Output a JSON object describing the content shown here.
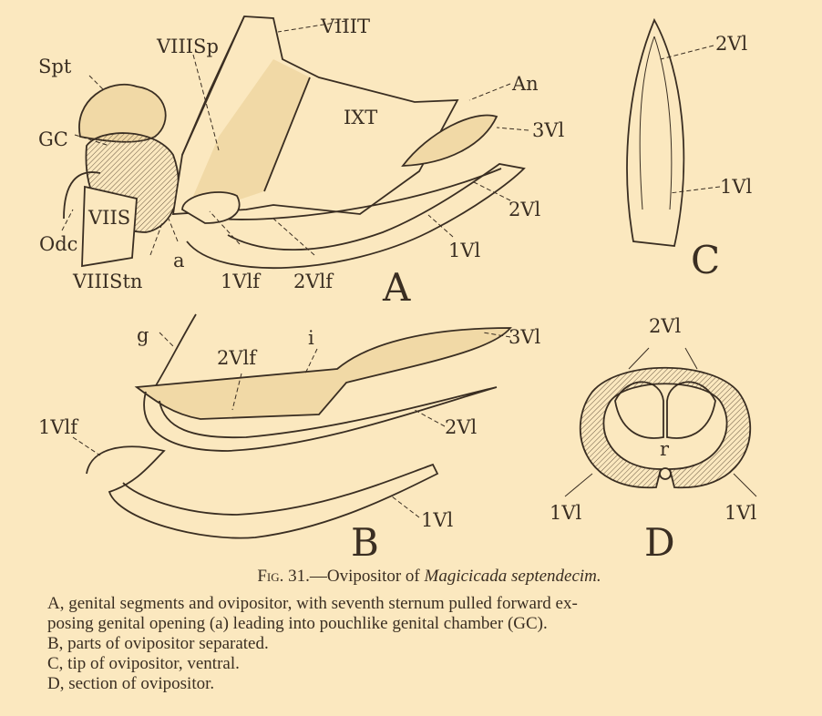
{
  "figure": {
    "panels": {
      "A": {
        "letter": "A",
        "labels": [
          "VIIIT",
          "VIIISp",
          "Spt",
          "An",
          "IXT",
          "3Vl",
          "GC",
          "VIIS",
          "2Vl",
          "Odc",
          "a",
          "1Vl",
          "VIIIStn",
          "1Vlf",
          "2Vlf"
        ]
      },
      "B": {
        "letter": "B",
        "labels": [
          "g",
          "i",
          "3Vl",
          "2Vlf",
          "2Vl",
          "1Vlf",
          "1Vl"
        ]
      },
      "C": {
        "letter": "C",
        "labels": [
          "2Vl",
          "1Vl"
        ]
      },
      "D": {
        "letter": "D",
        "labels": [
          "2Vl",
          "r",
          "1Vl",
          "1Vl"
        ]
      }
    }
  },
  "caption": {
    "fig_prefix": "Fig. 31.",
    "title_text": "—Ovipositor of ",
    "species": "Magicicada septendecim.",
    "legend": [
      "A, genital segments and ovipositor, with seventh sternum pulled forward ex-",
      "posing genital opening (a) leading into pouchlike genital chamber (GC).",
      "B, parts of ovipositor separated.",
      "C, tip of ovipositor, ventral.",
      "D, section of ovipositor."
    ]
  }
}
